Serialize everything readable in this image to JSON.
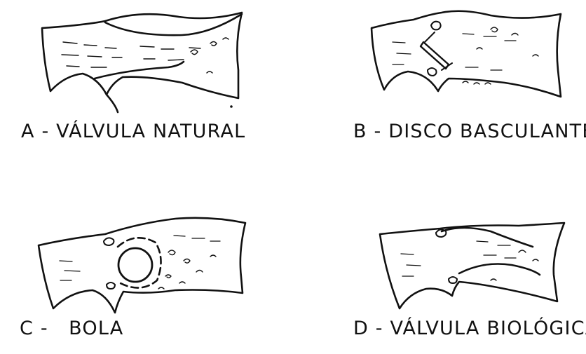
{
  "panels": [
    {
      "id": "A",
      "caption": "A - VÁLVULA NATURAL"
    },
    {
      "id": "B",
      "caption": "B - DISCO BASCULANTE"
    },
    {
      "id": "C",
      "caption": "C -   BOLA"
    },
    {
      "id": "D",
      "caption": "D - VÁLVULA BIOLÓGICA"
    }
  ],
  "colors": {
    "ink": "#111111",
    "background": "#ffffff"
  }
}
